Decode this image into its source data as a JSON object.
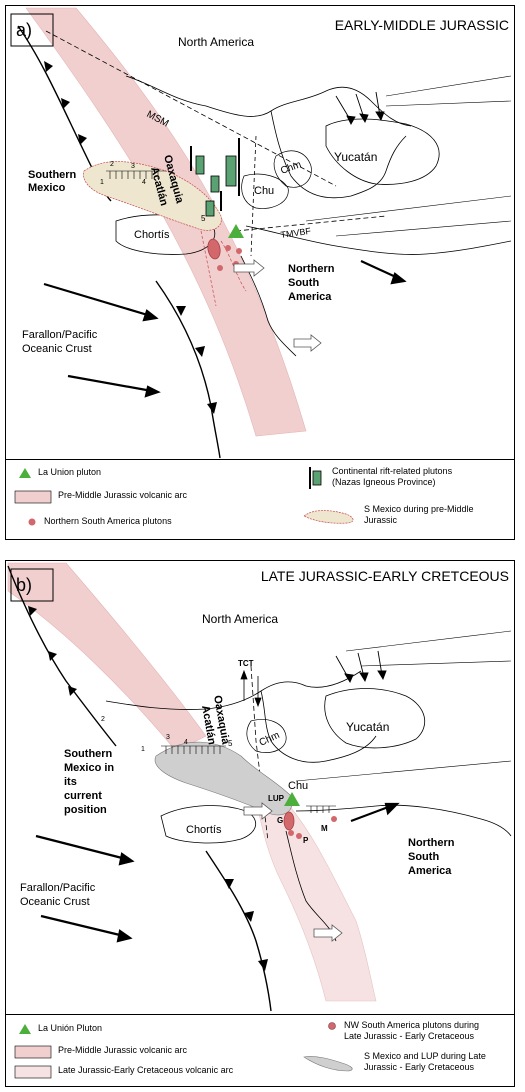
{
  "panel_a": {
    "letter": "a)",
    "title": "EARLY-MIDDLE JURASSIC",
    "labels": {
      "north_america": "North America",
      "msm": "MSM",
      "yucatan": "Yucatán",
      "chm": "Chm",
      "chu": "Chu",
      "southern_mexico_l1": "Southern",
      "southern_mexico_l2": "Mexico",
      "oaxaquia": "Oaxaquia",
      "acatlan": "Acatlán",
      "chortis": "Chortís",
      "tmvbf": "TMVBF",
      "nsa_l1": "Northern",
      "nsa_l2": "South",
      "nsa_l3": "America",
      "farallon_l1": "Farallon/Pacific",
      "farallon_l2": "Oceanic Crust",
      "n1": "1",
      "n2": "2",
      "n3": "3",
      "n4": "4",
      "n5": "5"
    }
  },
  "legend_a": {
    "la_union": "La Union pluton",
    "arc": "Pre-Middle Jurassic volcanic arc",
    "nsa_plutons": "Northern South America plutons",
    "rift_l1": "Continental rift-related plutons",
    "rift_l2": "(Nazas Igneous Province)",
    "smex_l1": "S Mexico during pre-Middle",
    "smex_l2": "Jurassic"
  },
  "panel_b": {
    "letter": "b)",
    "title": "LATE JURASSIC-EARLY CRETCEOUS",
    "labels": {
      "north_america": "North America",
      "tct": "TCT",
      "yucatan": "Yucatán",
      "chm": "Chm",
      "chu": "Chu",
      "southern_mexico_l1": "Southern",
      "southern_mexico_l2": "Mexico in",
      "southern_mexico_l3": "its",
      "southern_mexico_l4": "current",
      "southern_mexico_l5": "position",
      "oaxaquia": "Oaxaquia",
      "acatlan": "Acatlán",
      "chortis": "Chortís",
      "lup": "LUP",
      "g": "G",
      "p": "P",
      "m": "M",
      "nsa_l1": "Northern",
      "nsa_l2": "South",
      "nsa_l3": "America",
      "farallon_l1": "Farallon/Pacific",
      "farallon_l2": "Oceanic Crust",
      "n1": "1",
      "n2": "2",
      "n3": "3",
      "n4": "4",
      "n5": "5"
    }
  },
  "legend_b": {
    "la_union": "La Unión Pluton",
    "arc_pre": "Pre-Middle Jurassic volcanic arc",
    "arc_late": "Late Jurassic-Early Cretaceous volcanic arc",
    "nw_l1": "NW South America plutons during",
    "nw_l2": "Late Jurassic - Early Cretaceous",
    "smex_l1": "S Mexico and LUP during Late",
    "smex_l2": "Jurassic - Early Cretaceous"
  },
  "colors": {
    "arc_pink": "#f1cfcf",
    "arc_light": "#f6e2e2",
    "pluton_red": "#d2676c",
    "rift_green": "#5aa271",
    "smex_tan": "#eee6cf",
    "smex_gray": "#cfcfcf",
    "la_union_green": "#4caf3c"
  }
}
